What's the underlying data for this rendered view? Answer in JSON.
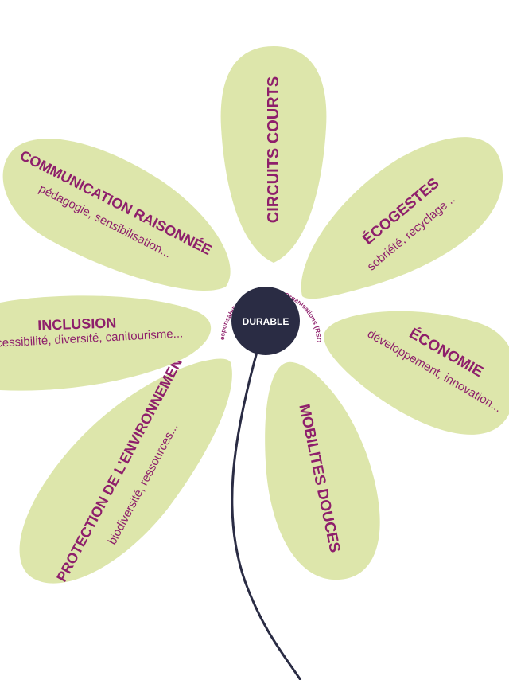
{
  "colors": {
    "petal": "#dde6ab",
    "text": "#8e1f6b",
    "center": "#2a2c44",
    "stem": "#2a2c44"
  },
  "center": {
    "label": "DURABLE",
    "arc_text": "Responsabilité Sociétale des Organisations (RSO)"
  },
  "petals": [
    {
      "id": "circuits-courts",
      "title": "CIRCUITS COURTS",
      "subtitle": ""
    },
    {
      "id": "ecogestes",
      "title": "ÉCOGESTES",
      "subtitle": "sobriété, recyclage..."
    },
    {
      "id": "economie",
      "title": "ÉCONOMIE",
      "subtitle": "développement, innovation..."
    },
    {
      "id": "mobilites-douces",
      "title": "MOBILITES DOUCES",
      "subtitle": ""
    },
    {
      "id": "protection-environnement",
      "title": "PROTECTION DE L'ENVIRONNEMENT",
      "subtitle": "biodiversité, ressources..."
    },
    {
      "id": "inclusion",
      "title": "INCLUSION",
      "subtitle": "accessibilité, diversité, canitourisme..."
    },
    {
      "id": "communication-raisonnee",
      "title": "COMMUNICATION RAISONNÉE",
      "subtitle": "pédagogie, sensibilisation..."
    }
  ]
}
